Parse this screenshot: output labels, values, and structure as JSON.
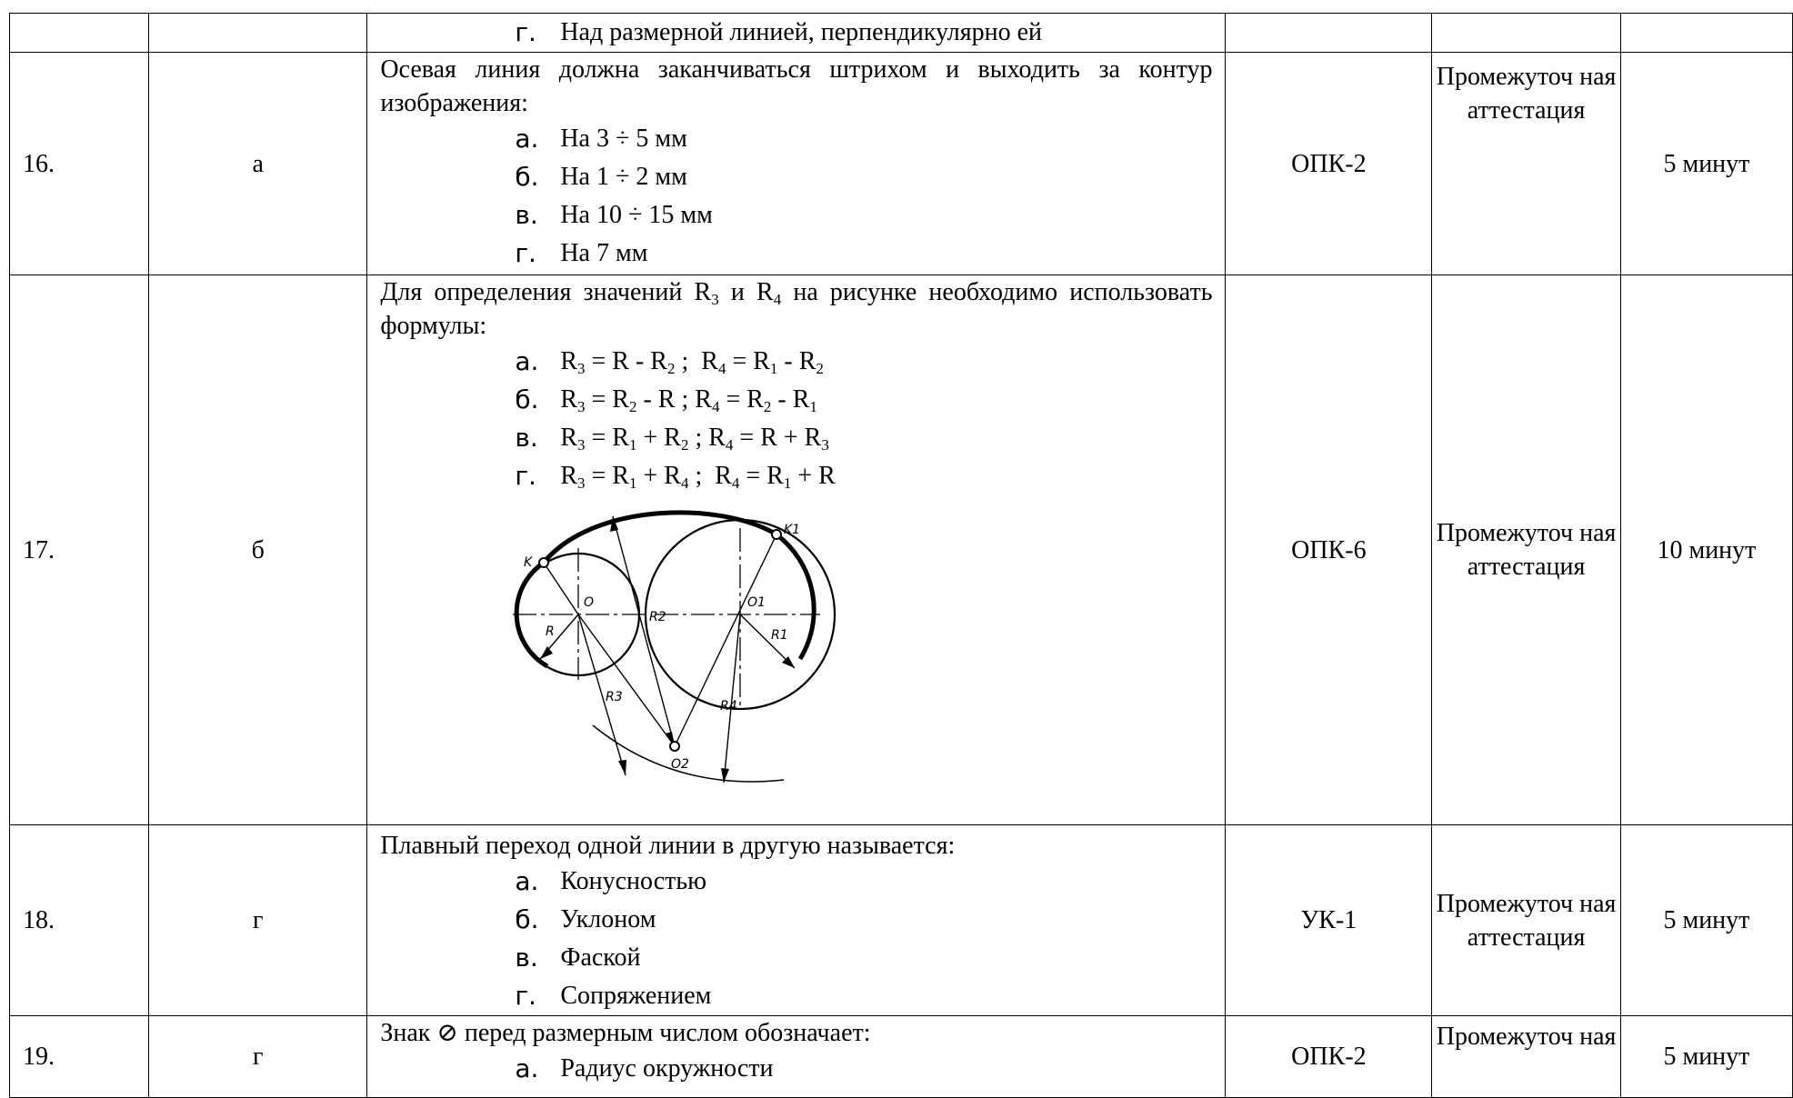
{
  "rows": [
    {
      "num": "",
      "answer": "",
      "competence": "",
      "stage": "",
      "time": "",
      "options": [
        {
          "letter": "г.",
          "text": "Над размерной линией, перпендикулярно ей"
        }
      ]
    },
    {
      "num": "16.",
      "answer": "а",
      "question": "Осевая линия должна заканчиваться штрихом и выходить за контур изображения:",
      "options": [
        {
          "letter": "а.",
          "text": "На 3 ÷ 5 мм"
        },
        {
          "letter": "б.",
          "text": "На 1 ÷ 2 мм"
        },
        {
          "letter": "в.",
          "text": "На 10 ÷ 15 мм"
        },
        {
          "letter": "г.",
          "text": "На 7 мм"
        }
      ],
      "competence": "ОПК-2",
      "stage": "Промежуточ ная аттестация",
      "time": "5 минут"
    },
    {
      "num": "17.",
      "answer": "б",
      "question": "Для определения значений R3 и R4 на рисунке необходимо использовать формулы:",
      "options": [
        {
          "letter": "а.",
          "text": "R3 = R - R2 ;  R4 = R1 - R2"
        },
        {
          "letter": "б.",
          "text": "R3 = R2 - R ; R4 = R2 - R1"
        },
        {
          "letter": "в.",
          "text": "R3 = R1 + R2 ; R4 = R + R3"
        },
        {
          "letter": "г.",
          "text": "R3 = R1 + R4 ;  R4 = R1 + R"
        }
      ],
      "figure_labels": {
        "k": "K",
        "k1": "K1",
        "o": "O",
        "o1": "O1",
        "o2": "O2",
        "r": "R",
        "r1": "R1",
        "r2": "R2",
        "r3": "R3",
        "r4": "R4"
      },
      "competence": "ОПК-6",
      "stage": "Промежуточ ная аттестация",
      "time": "10 минут"
    },
    {
      "num": "18.",
      "answer": "г",
      "question": "Плавный переход одной линии в другую называется:",
      "options": [
        {
          "letter": "а.",
          "text": "Конусностью"
        },
        {
          "letter": "б.",
          "text": "Уклоном"
        },
        {
          "letter": "в.",
          "text": "Фаской"
        },
        {
          "letter": "г.",
          "text": "Сопряжением"
        }
      ],
      "competence": "УК-1",
      "stage": "Промежуточ ная аттестация",
      "time": "5 минут"
    },
    {
      "num": "19.",
      "answer": "г",
      "question": "Знак ⊘ перед размерным числом обозначает:",
      "options": [
        {
          "letter": "а.",
          "text": "Радиус окружности"
        }
      ],
      "competence": "ОПК-2",
      "stage": "Промежуточ ная",
      "time": "5 минут"
    }
  ]
}
